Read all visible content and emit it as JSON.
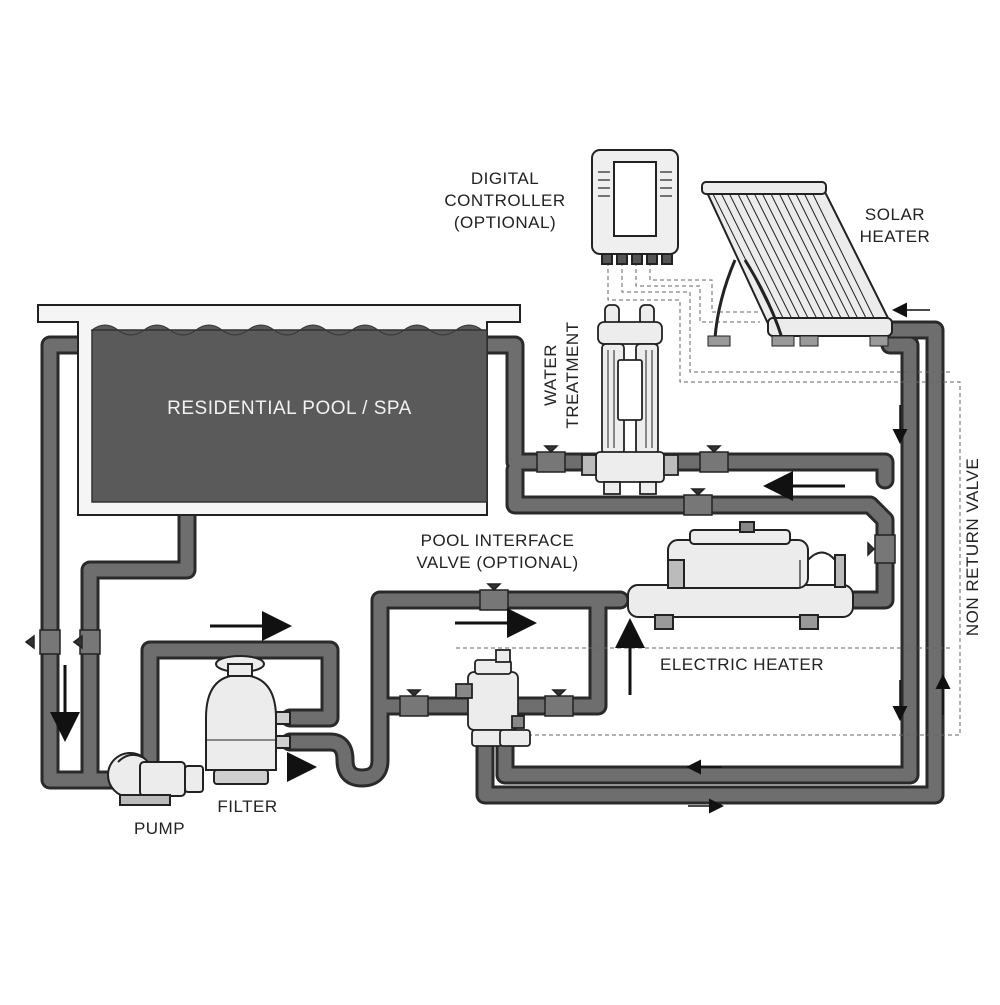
{
  "labels": {
    "pool": "RESIDENTIAL POOL / SPA",
    "controller_1": "DIGITAL",
    "controller_2": "CONTROLLER",
    "controller_3": "(OPTIONAL)",
    "solar_1": "SOLAR",
    "solar_2": "HEATER",
    "water_1": "WATER",
    "water_2": "TREATMENT",
    "valve_1": "POOL INTERFACE",
    "valve_2": "VALVE (OPTIONAL)",
    "electric_heater": "ELECTRIC HEATER",
    "filter": "FILTER",
    "pump": "PUMP",
    "non_return": "NON RETURN VALVE"
  },
  "colors": {
    "pipe": "#6e6e6e",
    "pipe_outline": "#2a2a2a",
    "pool_water": "#5a5a5a",
    "equipment": "#ececec",
    "arrow": "#111111"
  }
}
